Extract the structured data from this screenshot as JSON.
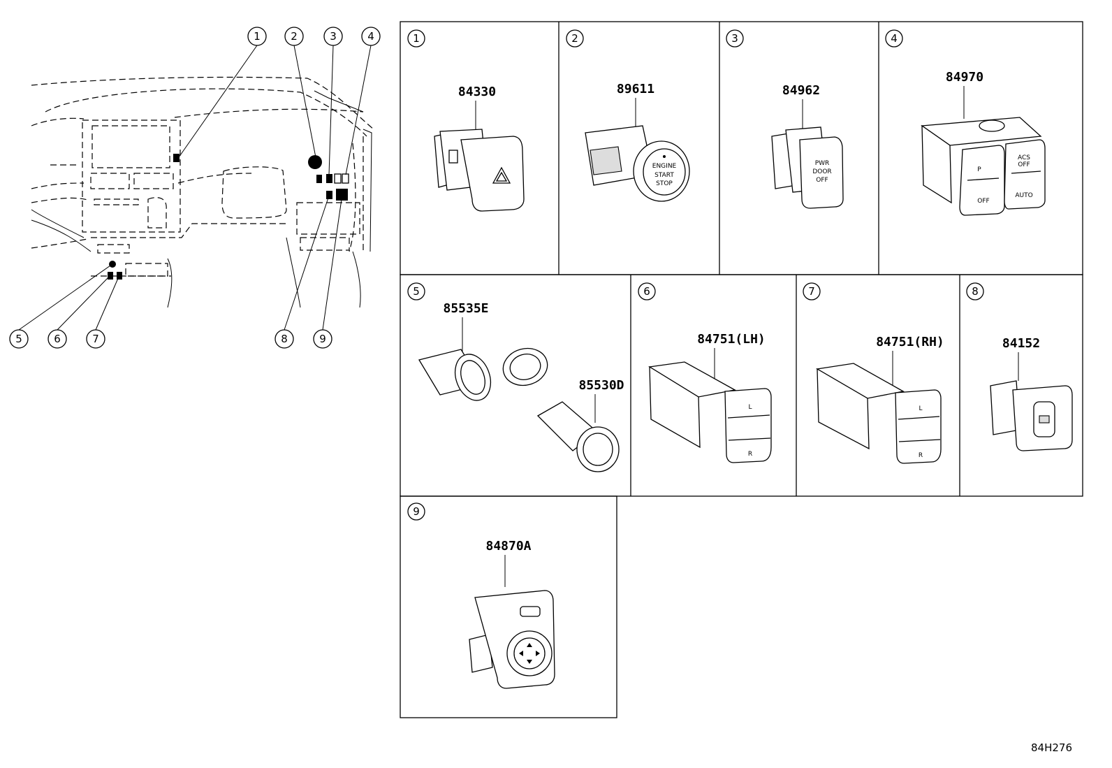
{
  "callouts": [
    "1",
    "2",
    "3",
    "4",
    "5",
    "6",
    "7",
    "8",
    "9"
  ],
  "panels": [
    {
      "index": "1",
      "part": "84330"
    },
    {
      "index": "2",
      "part": "89611"
    },
    {
      "index": "3",
      "part": "84962"
    },
    {
      "index": "4",
      "part": "84970"
    },
    {
      "index": "5",
      "part": "85535E",
      "part2": "85530D"
    },
    {
      "index": "6",
      "part": "84751(LH)"
    },
    {
      "index": "7",
      "part": "84751(RH)"
    },
    {
      "index": "8",
      "part": "84152"
    },
    {
      "index": "9",
      "part": "84870A"
    }
  ],
  "switch_labels": {
    "start_l1": "ENGINE",
    "start_l2": "START",
    "start_l3": "STOP",
    "door_l1": "PWR",
    "door_l2": "DOOR",
    "door_l3": "OFF",
    "vsc_l1": "ACS",
    "vsc_l2": "OFF",
    "trc_off": "OFF",
    "auto": "AUTO",
    "park": "P",
    "seat_l": "L",
    "seat_r": "R"
  },
  "diagram_code": "84H276"
}
